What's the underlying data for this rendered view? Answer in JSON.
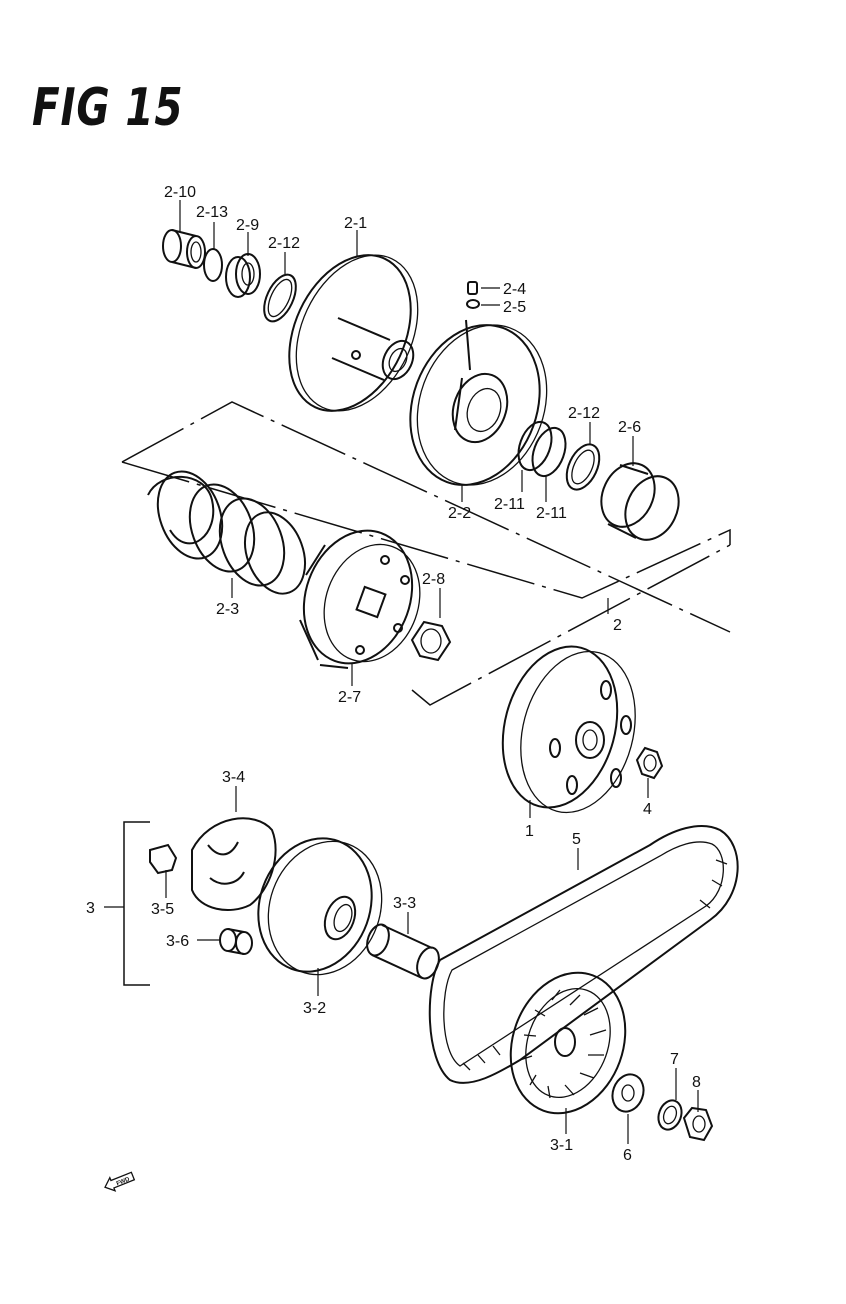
{
  "figure": {
    "title": "FIG 15"
  },
  "callouts": [
    {
      "id": "c-2-10",
      "text": "2-10"
    },
    {
      "id": "c-2-13",
      "text": "2-13"
    },
    {
      "id": "c-2-9",
      "text": "2-9"
    },
    {
      "id": "c-2-12a",
      "text": "2-12"
    },
    {
      "id": "c-2-1",
      "text": "2-1"
    },
    {
      "id": "c-2-4",
      "text": "2-4"
    },
    {
      "id": "c-2-5",
      "text": "2-5"
    },
    {
      "id": "c-2-12b",
      "text": "2-12"
    },
    {
      "id": "c-2-6",
      "text": "2-6"
    },
    {
      "id": "c-2-2",
      "text": "2-2"
    },
    {
      "id": "c-2-11a",
      "text": "2-11"
    },
    {
      "id": "c-2-11b",
      "text": "2-11"
    },
    {
      "id": "c-2-3",
      "text": "2-3"
    },
    {
      "id": "c-2-8",
      "text": "2-8"
    },
    {
      "id": "c-2",
      "text": "2"
    },
    {
      "id": "c-2-7",
      "text": "2-7"
    },
    {
      "id": "c-4",
      "text": "4"
    },
    {
      "id": "c-1",
      "text": "1"
    },
    {
      "id": "c-3-4",
      "text": "3-4"
    },
    {
      "id": "c-5",
      "text": "5"
    },
    {
      "id": "c-3",
      "text": "3"
    },
    {
      "id": "c-3-5",
      "text": "3-5"
    },
    {
      "id": "c-3-3",
      "text": "3-3"
    },
    {
      "id": "c-3-6",
      "text": "3-6"
    },
    {
      "id": "c-3-2",
      "text": "3-2"
    },
    {
      "id": "c-7",
      "text": "7"
    },
    {
      "id": "c-8",
      "text": "8"
    },
    {
      "id": "c-3-1",
      "text": "3-1"
    },
    {
      "id": "c-6",
      "text": "6"
    }
  ],
  "fwd_badge": {
    "text": "FWD"
  }
}
